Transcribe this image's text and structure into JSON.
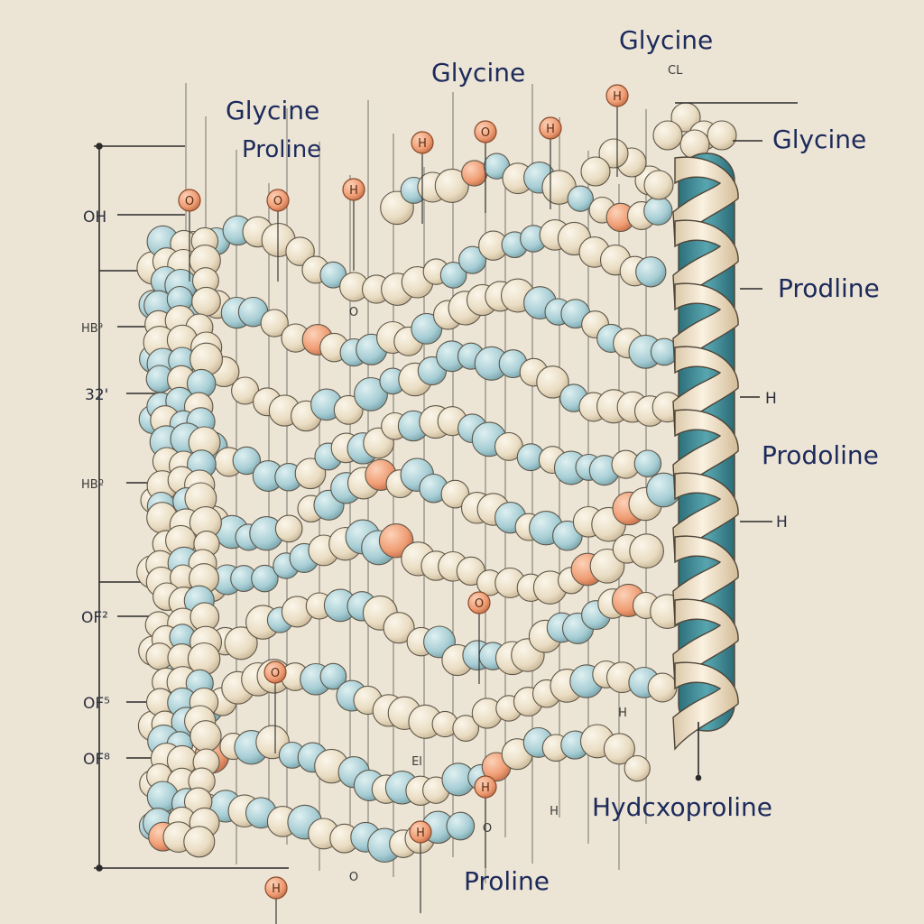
{
  "labels": {
    "glycine_top": "Glycine",
    "glycine_mid": "Glycine",
    "glycine_left": "Glycine",
    "glycine_right": "Glycine",
    "proline_left": "Proline",
    "prodline": "Prodline",
    "prodoline": "Prodoline",
    "hydroxyproline": "Hydcxoproline",
    "proline_bottom": "Proline",
    "cl": "CL",
    "h_right_1": "H",
    "h_right_2": "H",
    "left_oh": "OH",
    "left_hb1": "HB⁹",
    "left_32": "32'",
    "left_hb2": "HBº",
    "left_of1": "OF²",
    "left_of2": "OF⁵",
    "left_of3": "OF⁸"
  },
  "atoms": {
    "o_1": "O",
    "o_2": "O",
    "h_1": "H",
    "h_2": "H",
    "o_3": "O",
    "h_3": "H",
    "h_4": "H",
    "o_4": "O",
    "o_5": "O",
    "h_5": "H",
    "h_6": "H",
    "h_7": "H",
    "h_8": "H",
    "o_6": "O",
    "o_7": "O",
    "el": "El",
    "h_9": "H",
    "o_small": "O"
  },
  "colors": {
    "background": "#ece4d4",
    "cream_atom": "#efe6d1",
    "blue_atom": "#a9cfd6",
    "orange_atom": "#f1a076",
    "helix_cream": "#f2e6d2",
    "helix_teal": "#3f8d99",
    "label_navy": "#1c2a5c"
  }
}
